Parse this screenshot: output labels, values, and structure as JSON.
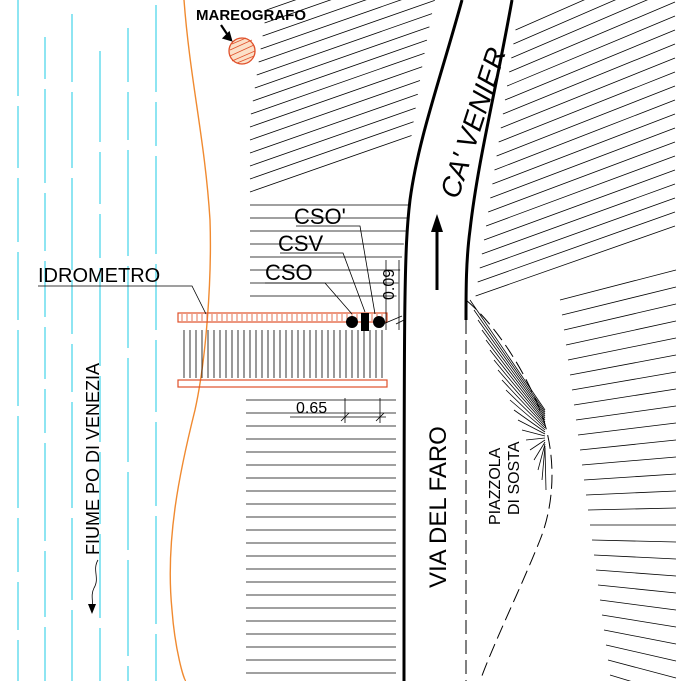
{
  "labels": {
    "mareografo": "MAREOGRAFO",
    "ca_venier": "CA' VENIER",
    "cso_prime": "CSO'",
    "csv": "CSV",
    "cso": "CSO",
    "idrometro": "IDROMETRO",
    "dim_009": "0.09",
    "dim_065": "0.65",
    "fiume": "FIUME PO DI VENEZIA",
    "via_del_faro": "VIA DEL FARO",
    "piazzola_line1": "PIAZZOLA",
    "piazzola_line2": "DI SOSTA"
  },
  "colors": {
    "water": "#1ecbe6",
    "bank": "#f08a30",
    "pier": "#e0502a",
    "line": "#000000",
    "marker_fill": "#f08a30"
  }
}
